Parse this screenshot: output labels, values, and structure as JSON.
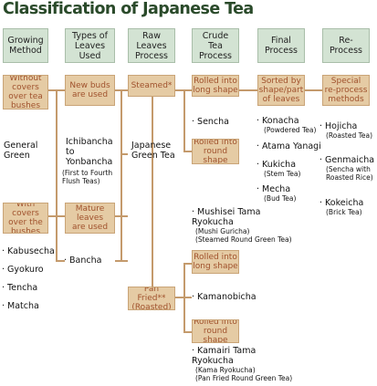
{
  "title": "Classification of Japanese Tea",
  "headers": [
    "Growing\nMethod",
    "Types of\nLeaves\nUsed",
    "Raw\nLeaves\nProcess",
    "Crude\nTea\nProcess",
    "Final\nProcess",
    "Re-\nProcess"
  ],
  "boxes": {
    "without_covers": "Without\ncovers\nover tea\nbushes",
    "with_covers": "With covers\nover the\nbushes",
    "new_buds": "New buds\nare used",
    "mature_leaves": "Mature\nleaves\nare used",
    "steamed": "Steamed*",
    "pan_fried": "Pan Fried**\n(Roasted)",
    "rolled_long_1": "Rolled into\nlong shape",
    "rolled_round_1": "Rolled into\nround shape",
    "rolled_long_2": "Rolled into\nlong shape",
    "rolled_round_2": "Rolled into\nround shape",
    "sorted": "Sorted by\nshape/part\nof leaves",
    "special": "Special\nre-process\nmethods"
  },
  "labels": {
    "general_green": "General\nGreen",
    "kabusecha": "· Kabusecha",
    "gyokuro": "· Gyokuro",
    "tencha": "· Tencha",
    "matcha": "· Matcha",
    "ichibancha": "Ichibancha\nto\nYonbancha",
    "ichibancha_sub": "(First to Fourth\nFlush Teas)",
    "bancha": "· Bancha",
    "japanese_green": "Japanese\nGreen Tea",
    "sencha": "· Sencha",
    "mushisei": "· Mushisei Tama\nRyokucha",
    "mushisei_sub": "(Mushi Guricha)\n(Steamed Round Green Tea)",
    "kamanobicha": "· Kamanobicha",
    "kamairi": "· Kamairi Tama\nRyokucha",
    "kamairi_sub": "(Kama Ryokucha)\n(Pan Fried Round Green Tea)",
    "konacha": "· Konacha",
    "konacha_sub": "(Powdered Tea)",
    "atama": "· Atama Yanagi",
    "kukicha": "· Kukicha",
    "kukicha_sub": "(Stem Tea)",
    "mecha": "· Mecha",
    "mecha_sub": "(Bud Tea)",
    "hojicha": "· Hojicha",
    "hojicha_sub": "(Roasted Tea)",
    "genmaicha": "· Genmaicha",
    "genmaicha_sub": "(Sencha with\nRoasted Rice)",
    "kokeicha": "· Kokeicha",
    "kokeicha_sub": "(Brick Tea)"
  }
}
